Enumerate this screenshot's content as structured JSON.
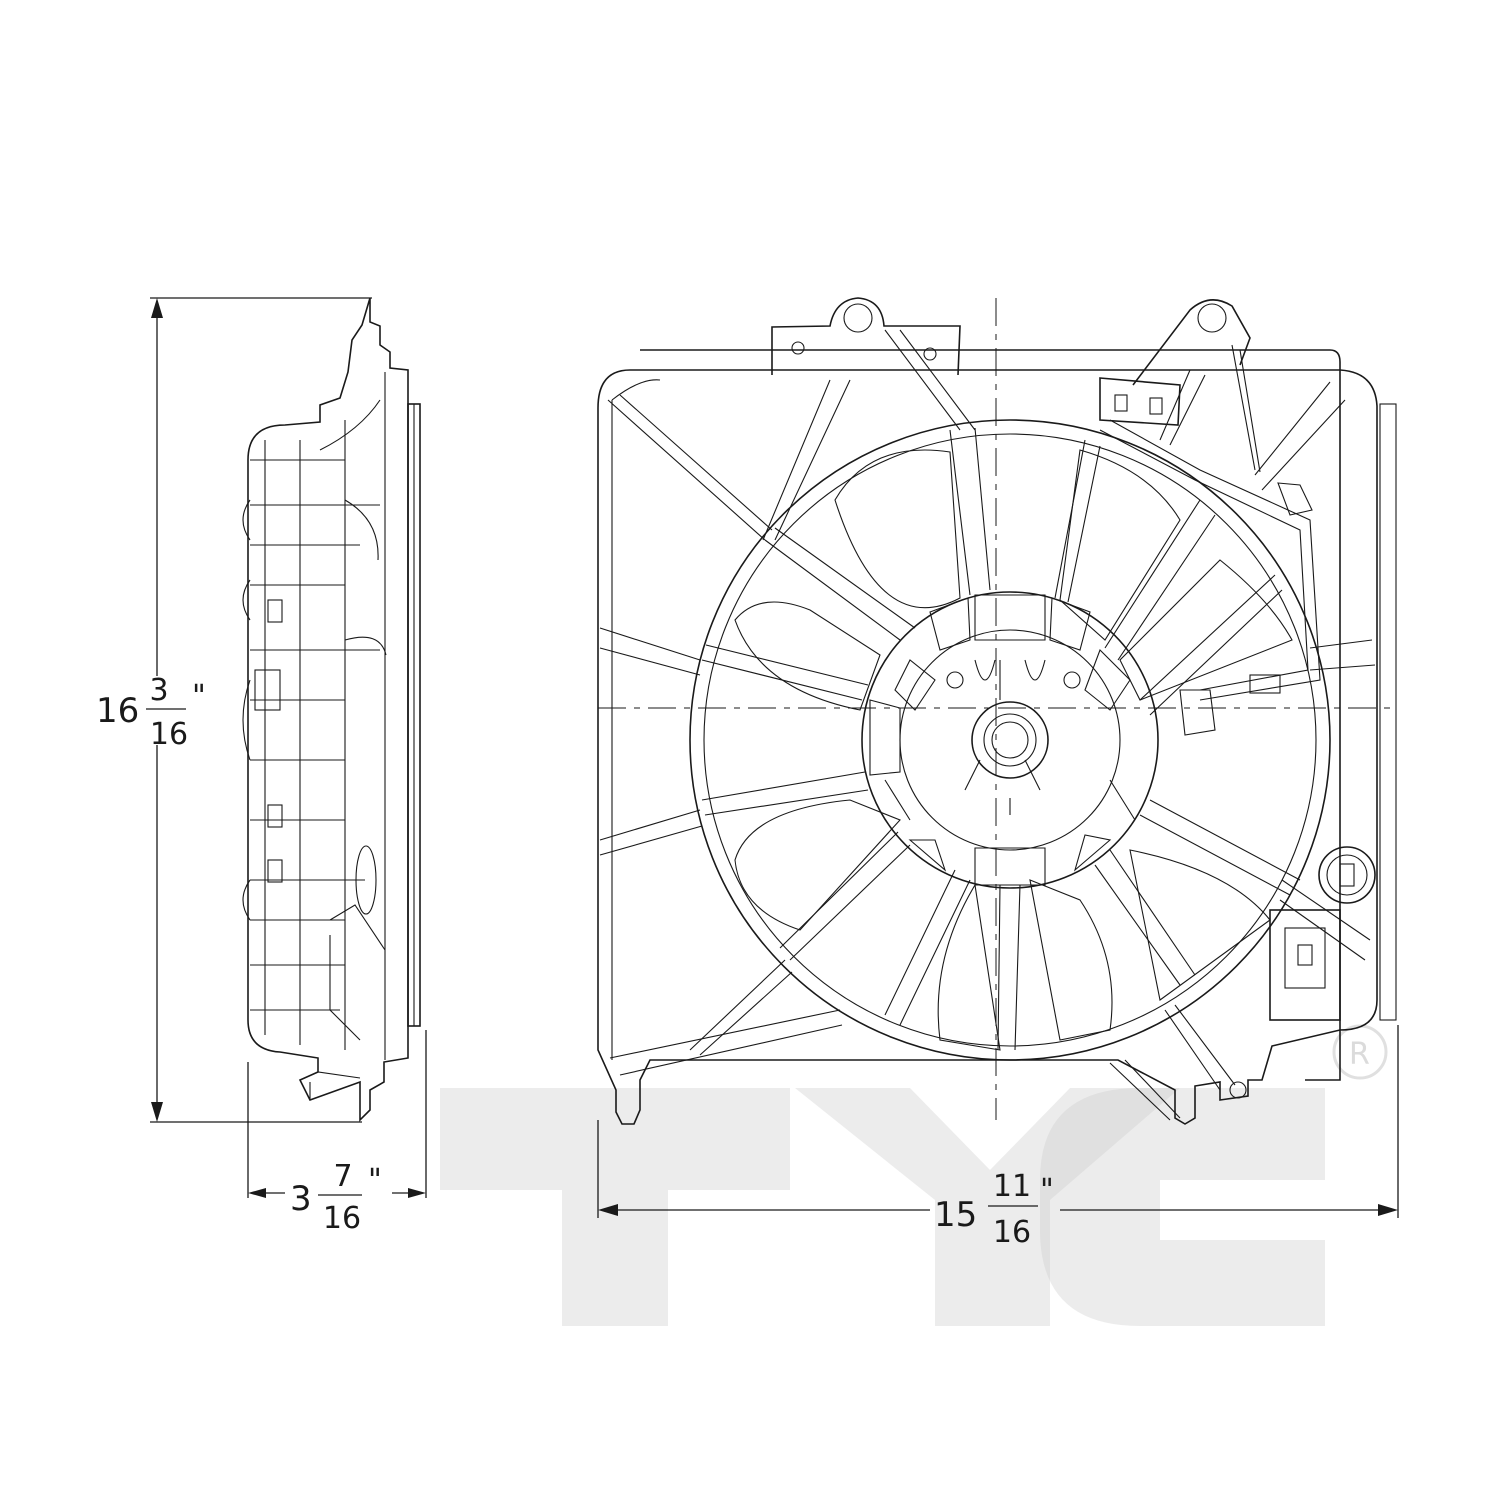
{
  "drawing": {
    "dimensions": {
      "height": {
        "whole": "16",
        "numerator": "3",
        "denominator": "16",
        "unit_mark": "\""
      },
      "depth": {
        "whole": "3",
        "numerator": "7",
        "denominator": "16",
        "unit_mark": "\""
      },
      "width": {
        "whole": "15",
        "numerator": "11",
        "denominator": "16",
        "unit_mark": "\""
      }
    },
    "watermark": {
      "brand": "TYC",
      "registered_mark": "R"
    },
    "colors": {
      "line": "#1a1a1a",
      "watermark": "#cccccc",
      "background": "#ffffff"
    }
  }
}
